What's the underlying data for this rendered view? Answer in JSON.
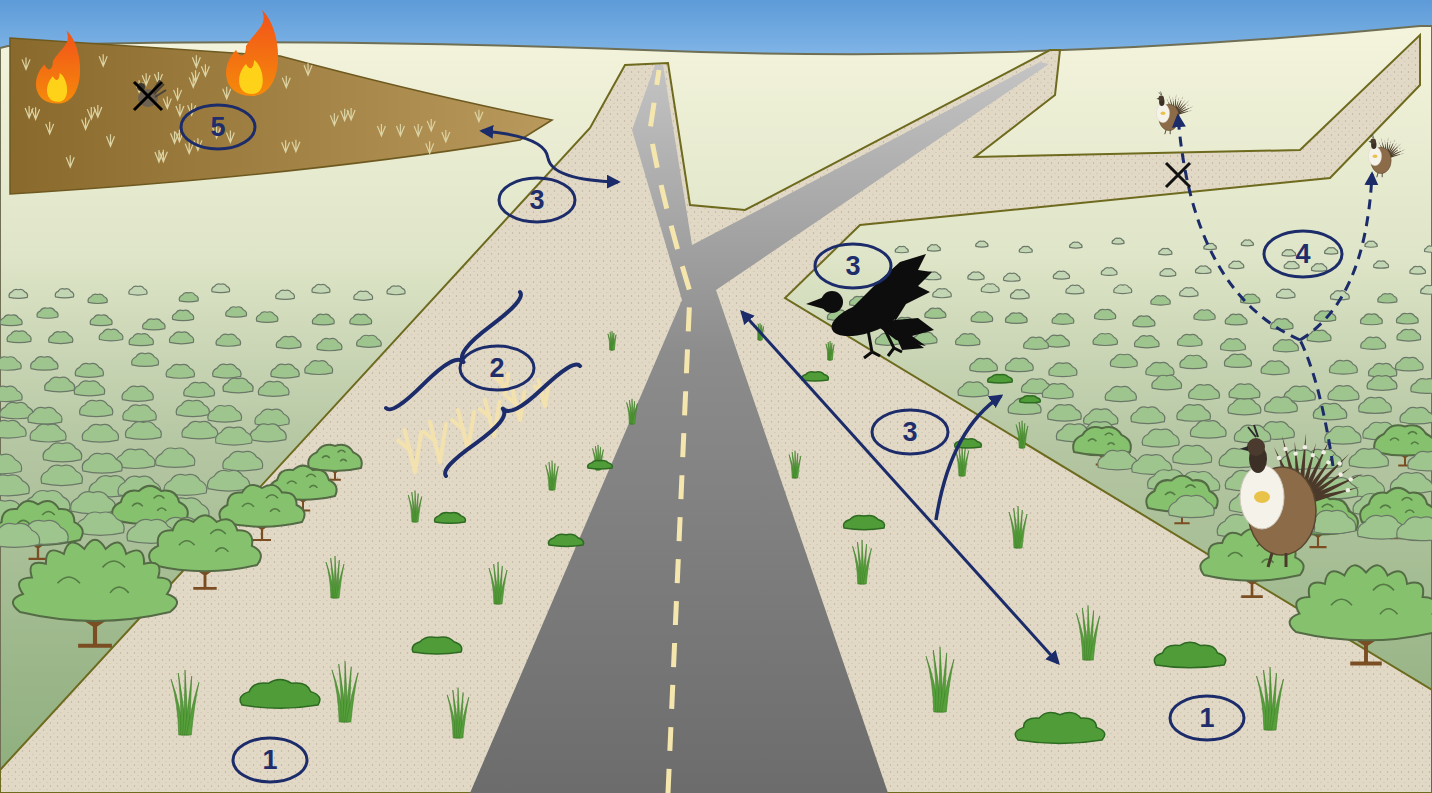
{
  "diagram": {
    "nodes": [
      {
        "text": [
          "5"
        ]
      },
      {
        "text": [
          "3"
        ]
      },
      {
        "text": [
          "4"
        ]
      },
      {
        "text": [
          "3"
        ]
      },
      {
        "text": [
          "2"
        ]
      },
      {
        "text": [
          "3"
        ]
      },
      {
        "text": [
          "1"
        ]
      },
      {
        "text": [
          "1"
        ]
      }
    ]
  }
}
